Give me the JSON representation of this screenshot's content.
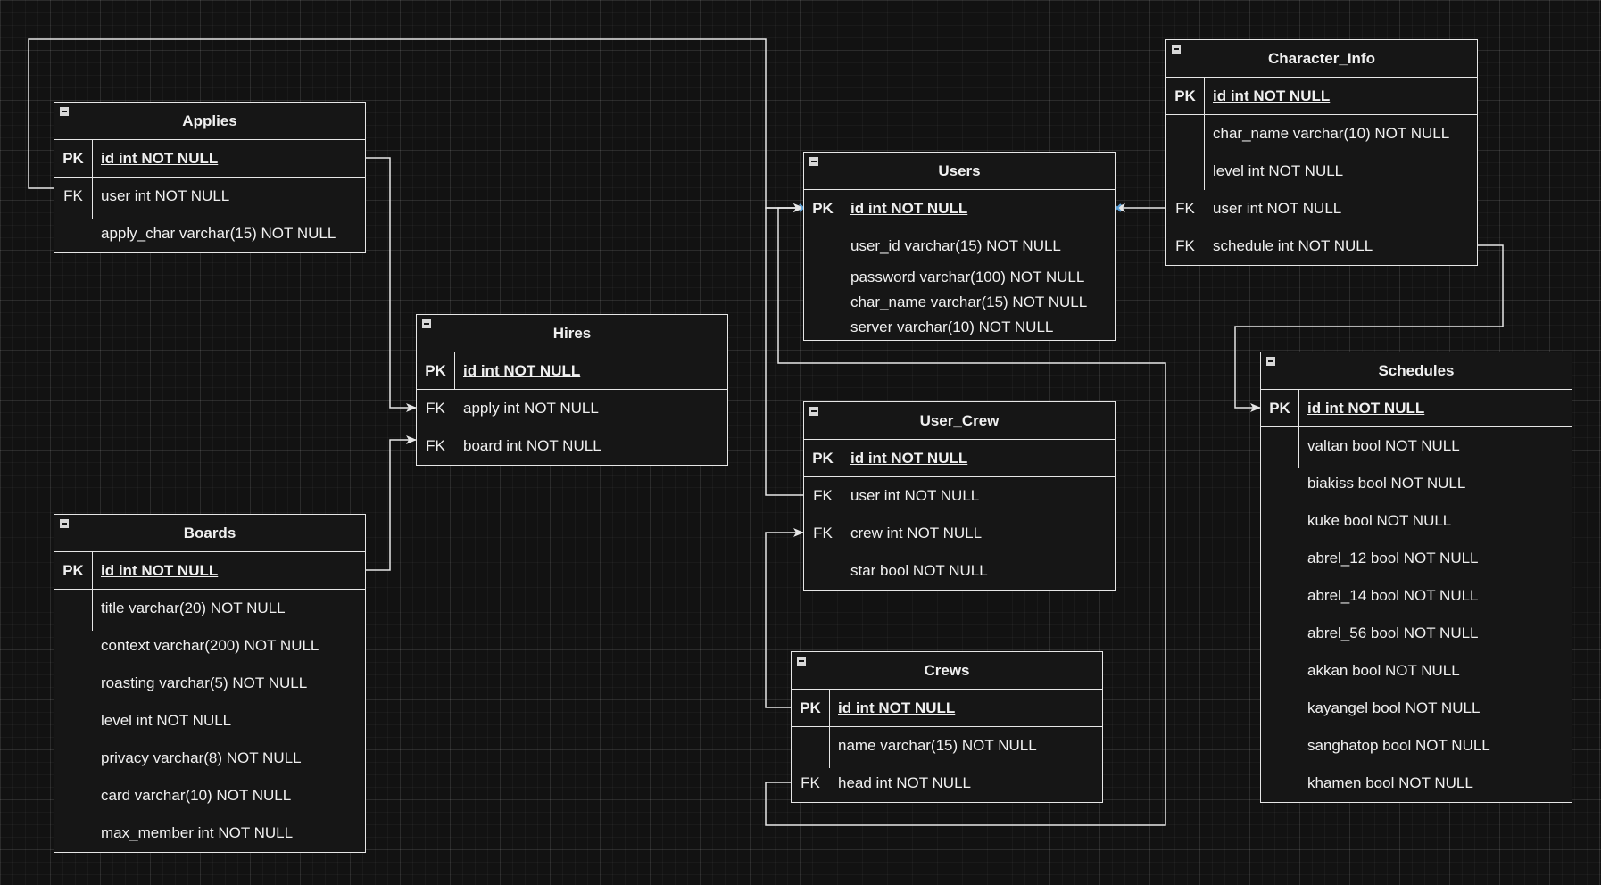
{
  "tables": {
    "applies": {
      "title": "Applies",
      "rows": [
        {
          "key": "PK",
          "field": "id int NOT NULL"
        },
        {
          "key": "FK",
          "field": "user int NOT NULL"
        },
        {
          "key": "",
          "field": "apply_char varchar(15) NOT NULL"
        }
      ]
    },
    "hires": {
      "title": "Hires",
      "rows": [
        {
          "key": "PK",
          "field": "id int NOT NULL"
        },
        {
          "key": "FK",
          "field": "apply int NOT NULL"
        },
        {
          "key": "FK",
          "field": "board int NOT NULL"
        }
      ]
    },
    "boards": {
      "title": "Boards",
      "rows": [
        {
          "key": "PK",
          "field": "id int NOT NULL"
        },
        {
          "key": "",
          "field": "title varchar(20) NOT NULL"
        },
        {
          "key": "",
          "field": "context varchar(200) NOT NULL"
        },
        {
          "key": "",
          "field": "roasting varchar(5) NOT NULL"
        },
        {
          "key": "",
          "field": "level int NOT NULL"
        },
        {
          "key": "",
          "field": "privacy varchar(8) NOT NULL"
        },
        {
          "key": "",
          "field": "card varchar(10) NOT NULL"
        },
        {
          "key": "",
          "field": "max_member int NOT NULL"
        }
      ]
    },
    "users": {
      "title": "Users",
      "rows": [
        {
          "key": "PK",
          "field": "id int NOT NULL"
        },
        {
          "key": "",
          "field": "user_id varchar(15) NOT NULL"
        },
        {
          "key": "",
          "field": "password varchar(100) NOT NULL"
        },
        {
          "key": "",
          "field": "char_name varchar(15) NOT NULL"
        },
        {
          "key": "",
          "field": "server varchar(10) NOT NULL"
        }
      ]
    },
    "user_crew": {
      "title": "User_Crew",
      "rows": [
        {
          "key": "PK",
          "field": "id int NOT NULL"
        },
        {
          "key": "FK",
          "field": "user int NOT NULL"
        },
        {
          "key": "FK",
          "field": "crew int NOT NULL"
        },
        {
          "key": "",
          "field": "star bool NOT NULL"
        }
      ]
    },
    "crews": {
      "title": "Crews",
      "rows": [
        {
          "key": "PK",
          "field": "id int NOT NULL"
        },
        {
          "key": "",
          "field": "name varchar(15) NOT NULL"
        },
        {
          "key": "FK",
          "field": "head int NOT NULL"
        }
      ]
    },
    "character_info": {
      "title": "Character_Info",
      "rows": [
        {
          "key": "PK",
          "field": "id int NOT NULL"
        },
        {
          "key": "",
          "field": "char_name varchar(10) NOT NULL"
        },
        {
          "key": "",
          "field": "level int NOT NULL"
        },
        {
          "key": "FK",
          "field": "user int NOT NULL"
        },
        {
          "key": "FK",
          "field": "schedule int NOT NULL"
        }
      ]
    },
    "schedules": {
      "title": "Schedules",
      "rows": [
        {
          "key": "PK",
          "field": "id int NOT NULL"
        },
        {
          "key": "",
          "field": "valtan bool NOT NULL"
        },
        {
          "key": "",
          "field": "biakiss bool NOT NULL"
        },
        {
          "key": "",
          "field": "kuke bool NOT NULL"
        },
        {
          "key": "",
          "field": "abrel_12 bool NOT NULL"
        },
        {
          "key": "",
          "field": "abrel_14 bool NOT NULL"
        },
        {
          "key": "",
          "field": "abrel_56 bool NOT NULL"
        },
        {
          "key": "",
          "field": "akkan bool NOT NULL"
        },
        {
          "key": "",
          "field": "kayangel bool NOT NULL"
        },
        {
          "key": "",
          "field": "sanghatop bool NOT NULL"
        },
        {
          "key": "",
          "field": "khamen bool NOT NULL"
        }
      ]
    }
  },
  "colors": {
    "background": "#121212",
    "line": "#e6e6e6",
    "selection_marker": "#5aa0d8"
  },
  "icons": {
    "collapse": "collapse-icon",
    "arrow": "arrowhead-icon"
  }
}
